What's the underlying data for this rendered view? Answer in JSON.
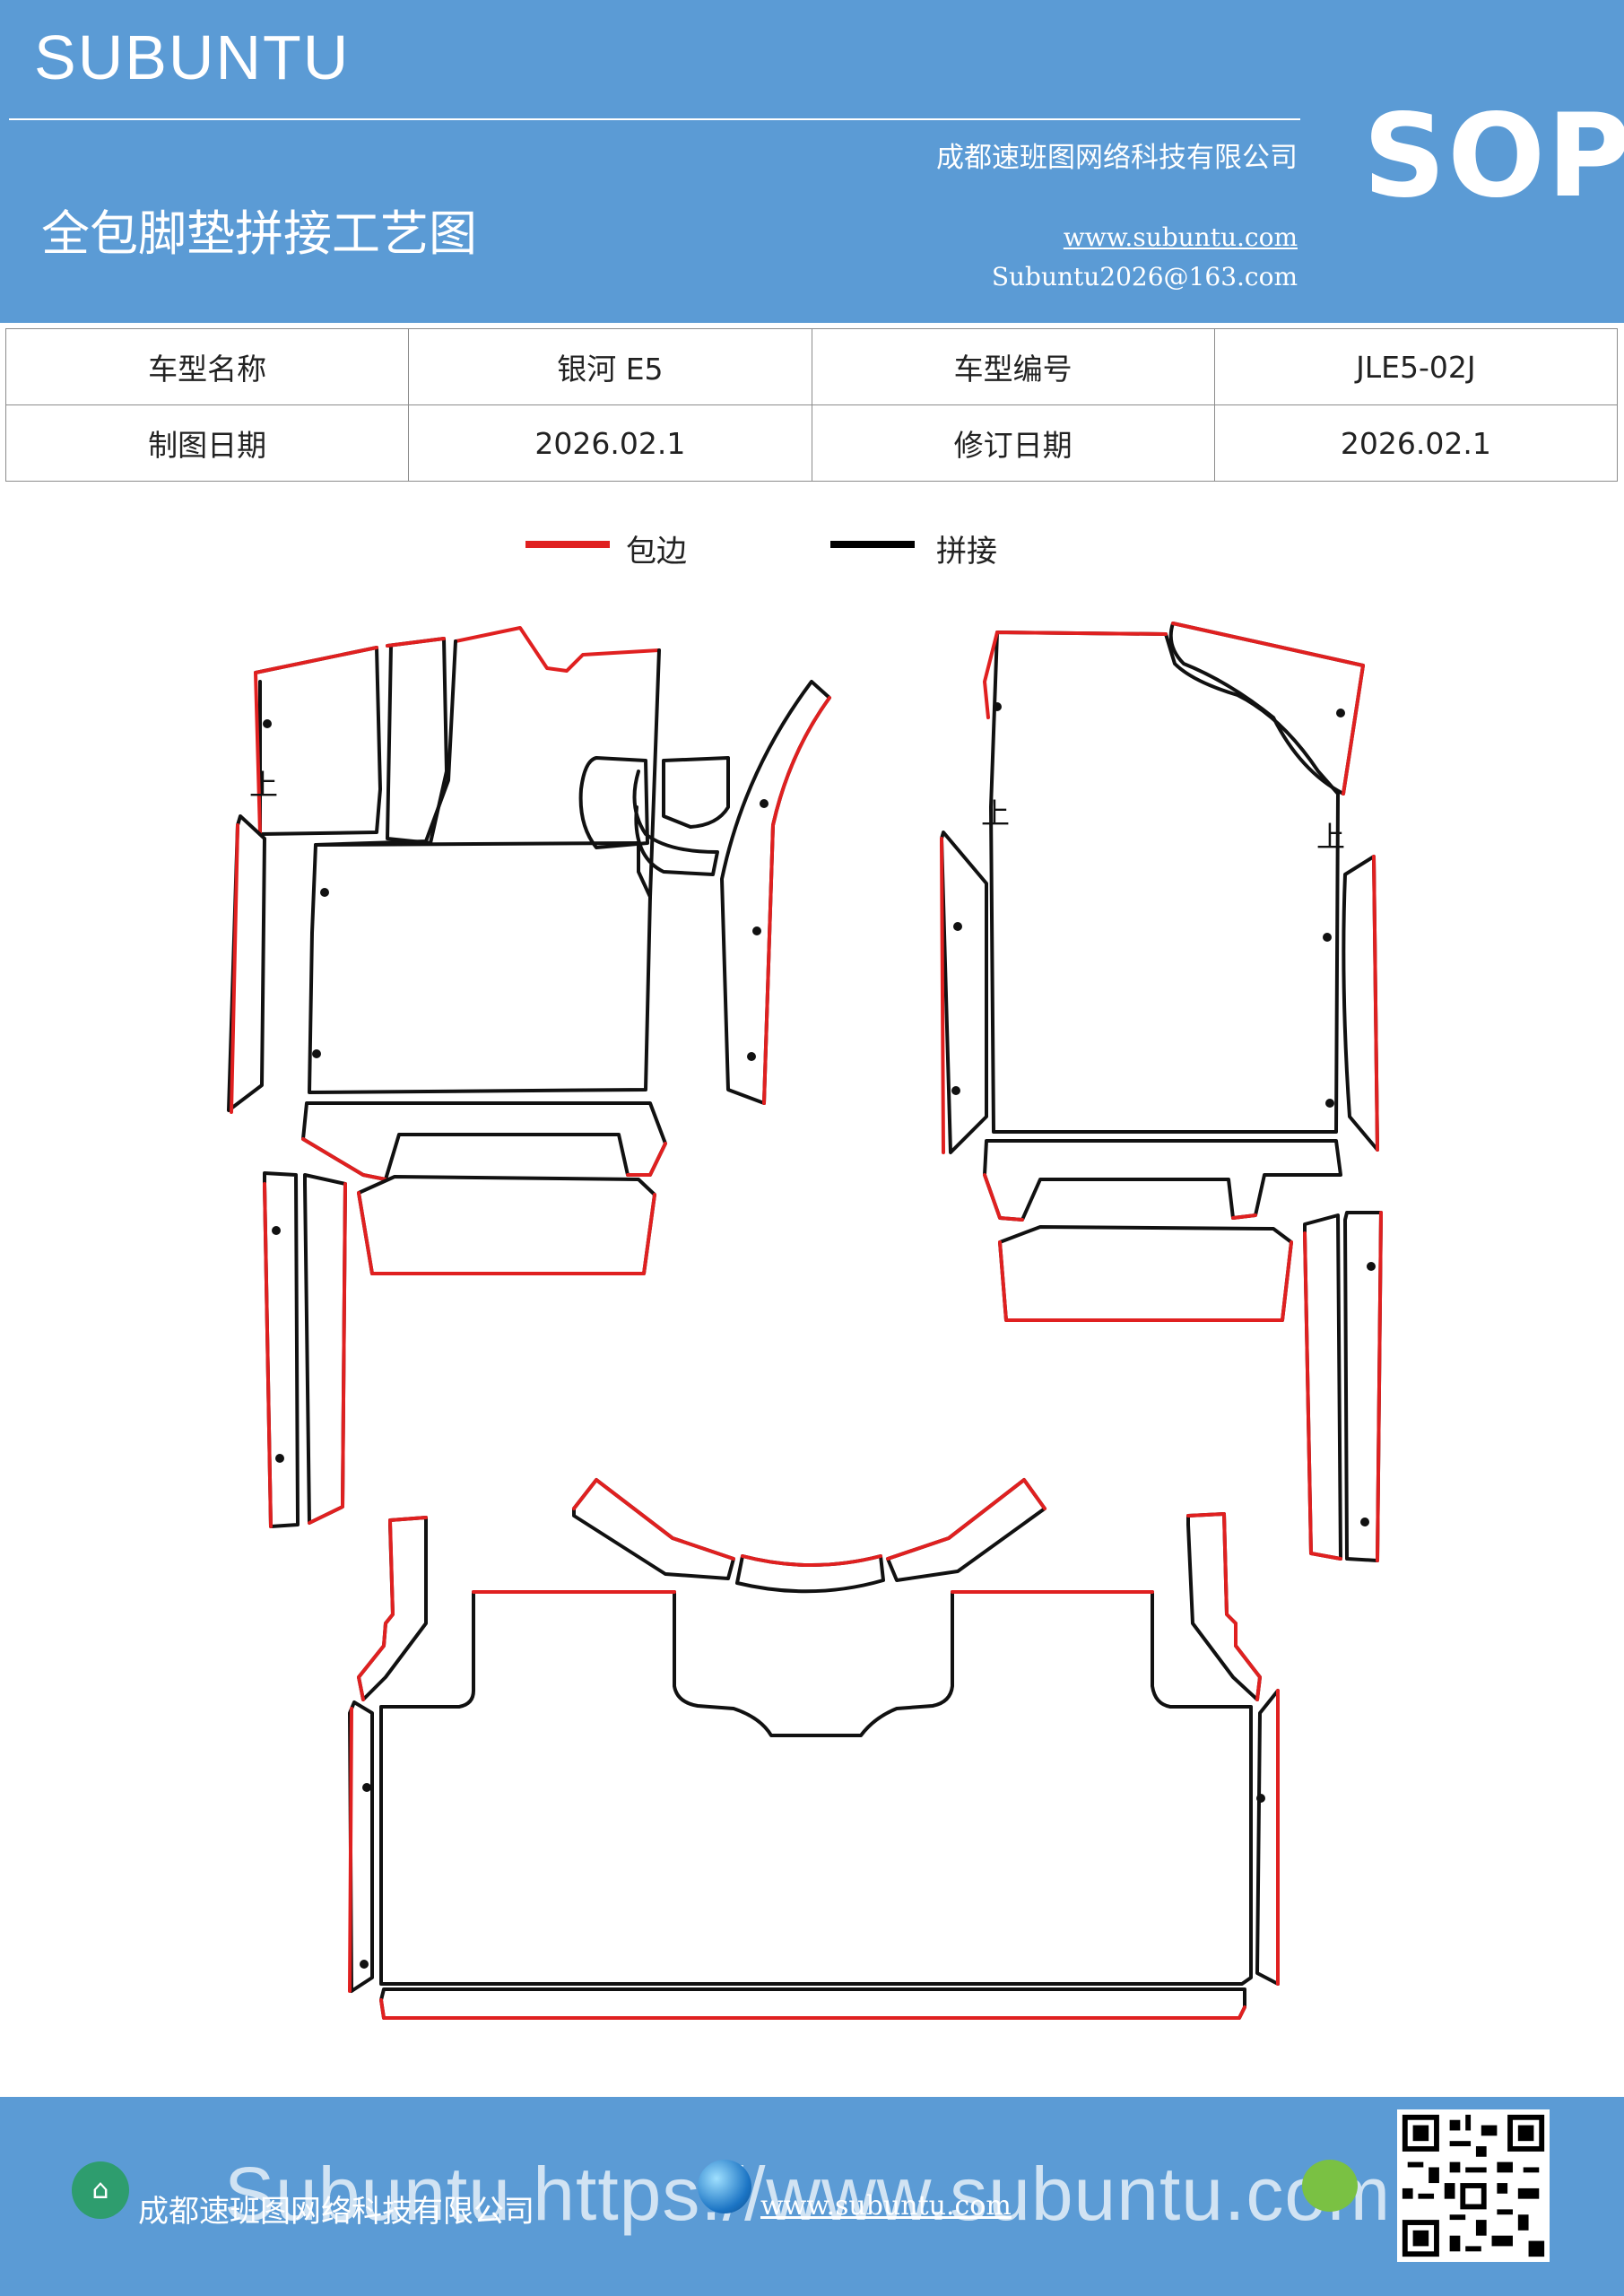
{
  "header": {
    "brand": "SUBUNTU",
    "company": "成都速班图网络科技有限公司",
    "title": "全包脚垫拼接工艺图",
    "website": "www.subuntu.com",
    "email": "Subuntu2026@163.com",
    "badge": "SOP"
  },
  "info": {
    "model_name_label": "车型名称",
    "model_name_value": "银河 E5",
    "model_code_label": "车型编号",
    "model_code_value": "JLE5-02J",
    "draw_date_label": "制图日期",
    "draw_date_value": "2026.02.1",
    "revise_date_label": "修订日期",
    "revise_date_value": "2026.02.1"
  },
  "legend": [
    {
      "label": "包边",
      "color": "#e02020"
    },
    {
      "label": "拼接",
      "color": "#000000"
    }
  ],
  "diagram": {
    "marks": [
      "上",
      "上",
      "上"
    ],
    "colors": {
      "edge": "#e02020",
      "seam": "#111111"
    }
  },
  "footer": {
    "company": "成都速班图网络科技有限公司",
    "website": "www.subuntu.com",
    "overlay": "Subuntu https://www.subuntu.com",
    "icons": [
      "home-icon",
      "globe-icon",
      "wechat-icon",
      "qr-code"
    ]
  }
}
